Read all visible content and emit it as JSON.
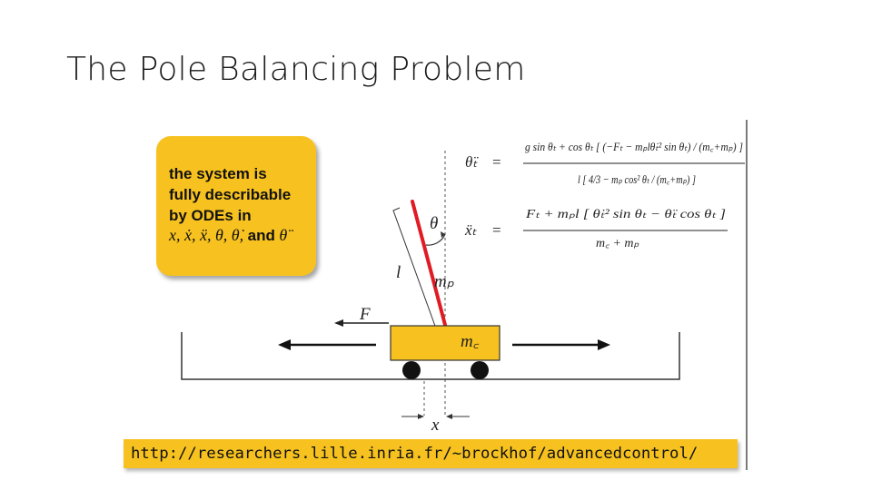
{
  "slide": {
    "title": "The Pole Balancing Problem"
  },
  "callout": {
    "text": "the system is\nfully describable\nby ODEs in",
    "vars": "x, ẋ, ẍ, θ, θ̇,",
    "and": "and",
    "last_var": "θ̈"
  },
  "diagram_labels": {
    "theta": "θ",
    "length": "l",
    "pole_mass": "mₚ",
    "force": "F",
    "cart_mass": "m꜀",
    "position": "x"
  },
  "equations": {
    "eq1_lhs": "θ̈ₜ",
    "eq1_equals": "=",
    "eq1_numerator": "g sin θₜ + cos θₜ [ (−Fₜ − mₚlθ̇ₜ² sin θₜ) / (m꜀+mₚ) ]",
    "eq1_denominator": "l [ 4/3 − mₚ cos² θₜ / (m꜀+mₚ) ]",
    "eq2_lhs": "ẍₜ",
    "eq2_equals": "=",
    "eq2_numerator": "Fₜ + mₚl [ θ̇ₜ² sin θₜ − θ̈ₜ cos θₜ ]",
    "eq2_denominator": "m꜀ + mₚ"
  },
  "url": "http://researchers.lille.inria.fr/~brockhof/advancedcontrol/",
  "colors": {
    "callout_bg": "#f7c21f",
    "cart_fill": "#f7c21f",
    "pole": "#e01b24",
    "wheel": "#111111"
  }
}
